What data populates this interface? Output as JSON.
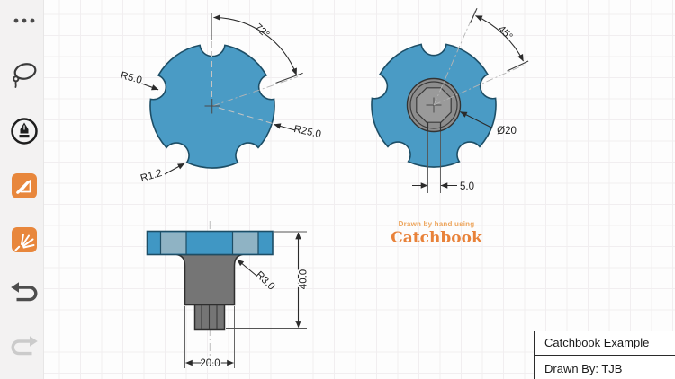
{
  "app_name": "Catchbook",
  "colors": {
    "accent_orange": "#E8873C",
    "knob_blue": "#4A9BC5",
    "knob_blue_light": "#8FB3C4",
    "metal_gray": "#757575",
    "outline_dark": "#1D4E66"
  },
  "sidebar": {
    "tools": [
      {
        "id": "menu",
        "icon": "ellipsis-icon"
      },
      {
        "id": "lasso-select",
        "icon": "lasso-icon"
      },
      {
        "id": "pen-tool",
        "icon": "pen-circle-icon"
      },
      {
        "id": "draw-tool",
        "icon": "pencil-icon",
        "active": true
      },
      {
        "id": "snap-tool",
        "icon": "spark-icon",
        "active": true
      },
      {
        "id": "undo",
        "icon": "undo-arrow-icon",
        "enabled": true
      },
      {
        "id": "redo",
        "icon": "redo-arrow-icon",
        "enabled": false
      }
    ]
  },
  "views": {
    "top": {
      "r5": "R5.0",
      "angle": "72°",
      "r25": "R25.0",
      "r12": "R1.2"
    },
    "front": {
      "angle": "45°",
      "diameter": "Ø20",
      "socket": "5.0"
    },
    "side": {
      "fillet": "R3.0",
      "height": "40.0",
      "width": "20.0"
    }
  },
  "branding": {
    "prefix": "Drawn by hand using",
    "app": "Catchbook"
  },
  "title_block": {
    "name": "Catchbook Example",
    "author": "Drawn By: TJB"
  }
}
